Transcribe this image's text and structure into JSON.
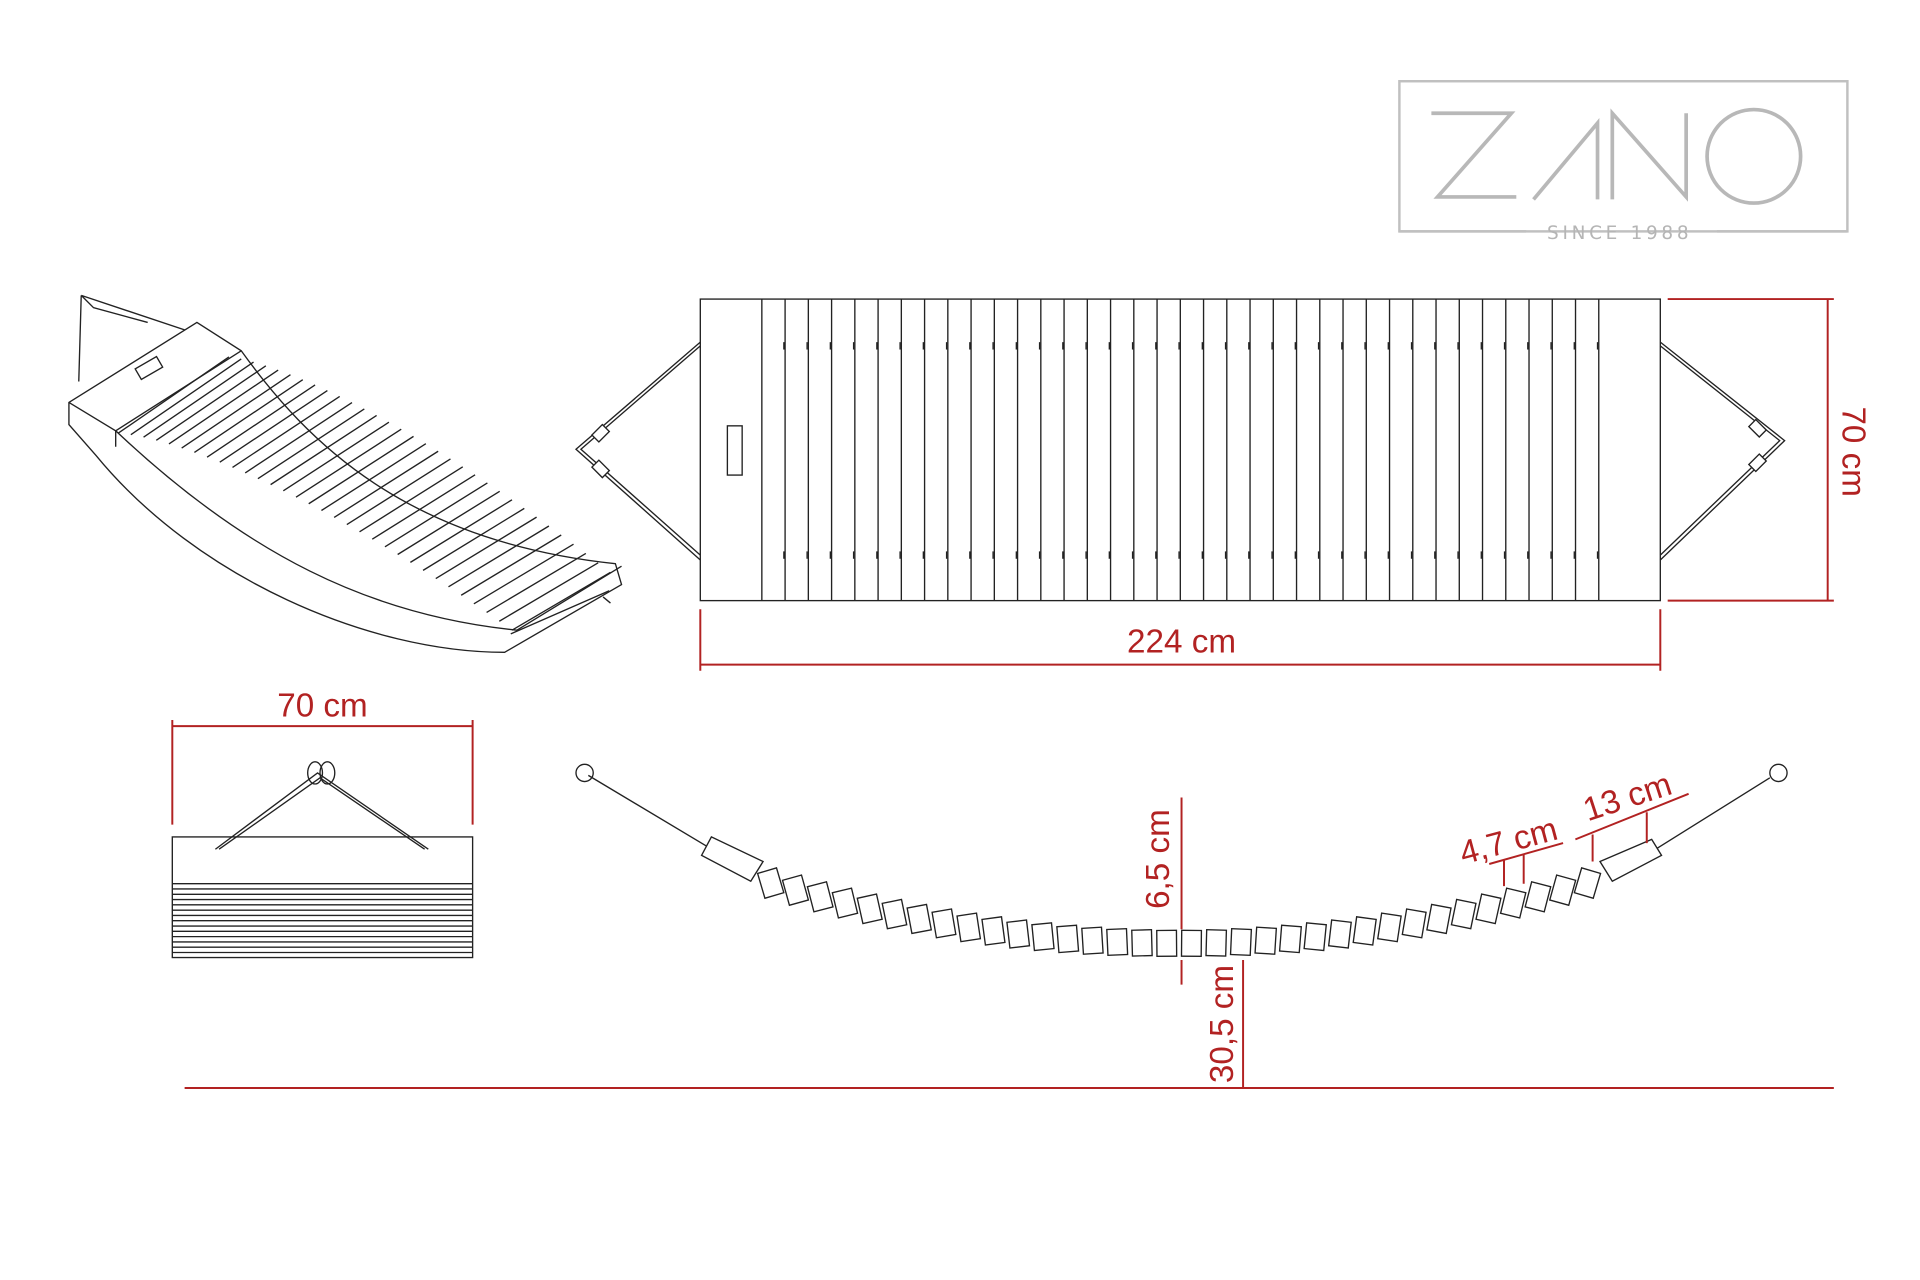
{
  "logo": {
    "brand": "ZANO",
    "tagline": "SINCE 1988"
  },
  "dimensions": {
    "length": "224 cm",
    "width_top_view": "70 cm",
    "width_front_view": "70 cm",
    "slat_thickness": "6,5 cm",
    "ground_clearance": "30,5 cm",
    "slat_width": "4,7 cm",
    "end_board_width": "13 cm"
  },
  "colors": {
    "dimension": "#b22222",
    "drawing": "#222222",
    "logo": "#b8b8b8"
  }
}
